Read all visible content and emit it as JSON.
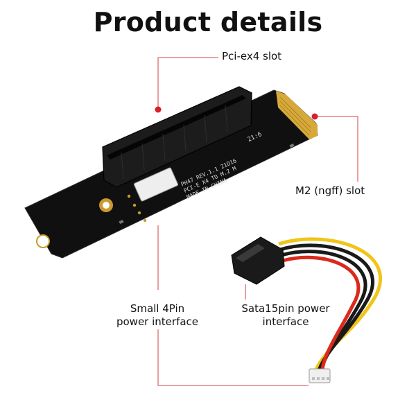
{
  "title": "Product details",
  "labels": {
    "pcie_slot": "Pci-ex4 slot",
    "m2_slot": "M2 (ngff) slot",
    "small_power_line1": "Small 4Pin",
    "small_power_line2": "power interface",
    "sata_power_line1": "Sata15pin power",
    "sata_power_line2": "interface"
  },
  "board_silkscreen": {
    "line1": "PH47  REV.1.1  21D16",
    "line2": "PCI-E X4 TO M.2 M",
    "line3": "MADE IN CHINA",
    "code": "21:6"
  },
  "colors": {
    "accent_line": "#e06a6a",
    "accent_dot": "#d6202a",
    "board": "#111111",
    "gold_contacts": "#d6a93a",
    "connector_white": "#efefef",
    "wire_red": "#d92a1c",
    "wire_yellow": "#f0c419",
    "wire_black": "#1a1a1a"
  }
}
